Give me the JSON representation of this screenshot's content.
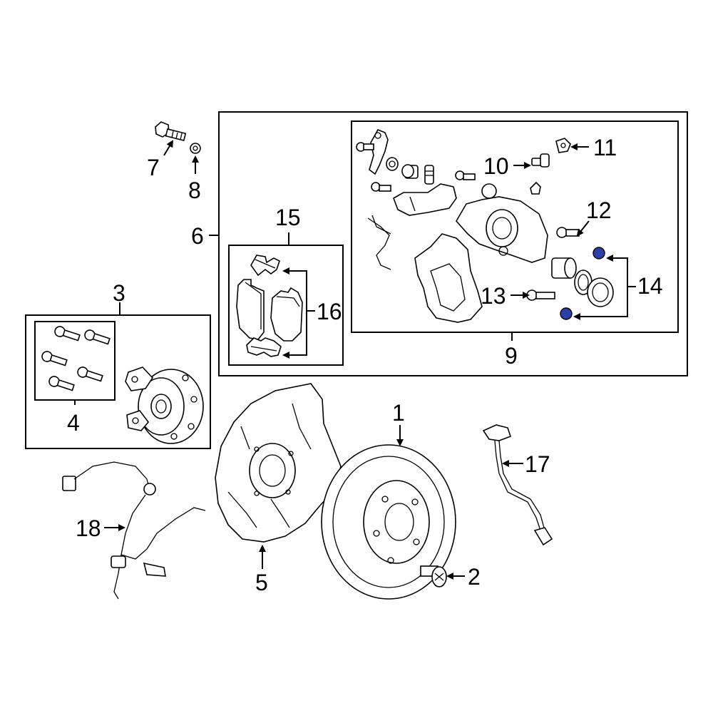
{
  "diagram": {
    "callouts": {
      "c1": "1",
      "c2": "2",
      "c3": "3",
      "c4": "4",
      "c5": "5",
      "c6": "6",
      "c7": "7",
      "c8": "8",
      "c9": "9",
      "c10": "10",
      "c11": "11",
      "c12": "12",
      "c13": "13",
      "c14": "14",
      "c15": "15",
      "c16": "16",
      "c17": "17",
      "c18": "18"
    },
    "highlight_color": "#2b3fa6"
  }
}
